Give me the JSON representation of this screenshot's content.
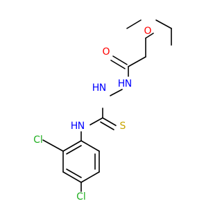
{
  "colors": {
    "bond": "#000000",
    "oxygen": "#ff0000",
    "nitrogen": "#0000ff",
    "sulfur": "#c8a500",
    "chlorine": "#22b022",
    "background": "#ffffff"
  },
  "atoms": {
    "o_methoxy": "O",
    "o_carbonyl": "O",
    "n_hydrazide": "N",
    "h_hydrazide": "H",
    "n_hydrazine": "N",
    "h_hydrazine": "H",
    "s_thio": "S",
    "n_amine": "N",
    "h_amine": "H",
    "cl_ortho": "Cl",
    "cl_para": "Cl"
  }
}
